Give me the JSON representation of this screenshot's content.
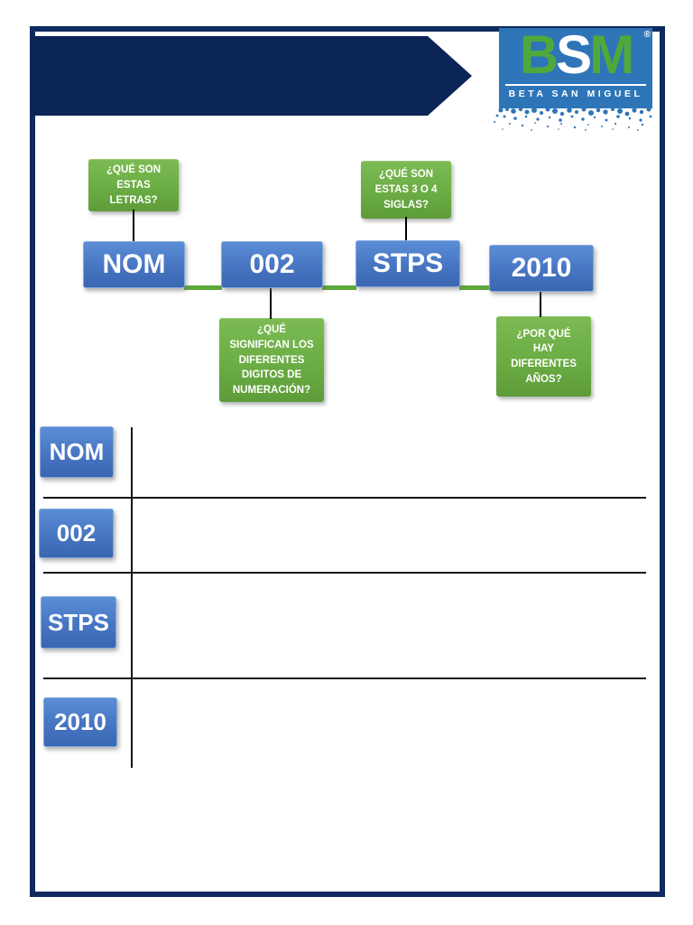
{
  "colors": {
    "frame_navy": "#0E2A5E",
    "banner_navy": "#0C2557",
    "logo_blue": "#2E75B8",
    "logo_green": "#4FA83C",
    "box_blue_top": "#5B8ED6",
    "box_blue_bottom": "#3A66B1",
    "box_green_top": "#7CBB53",
    "box_green_bottom": "#5D9C38",
    "connector_green": "#5EA73C",
    "connector_black": "#000000"
  },
  "logo": {
    "letter_b": "B",
    "letter_s": "S",
    "letter_m": "M",
    "registered_mark": "®",
    "subtitle": "BETA SAN MIGUEL"
  },
  "timeline": {
    "boxes": [
      {
        "label": "NOM"
      },
      {
        "label": "002"
      },
      {
        "label": "STPS"
      },
      {
        "label": "2010"
      }
    ],
    "questions": [
      {
        "text": "¿QUÉ SON\nESTAS\nLETRAS?"
      },
      {
        "text": "¿QUÉ\nSIGNIFICAN LOS\nDIFERENTES\nDIGITOS DE\nNUMERACIÓN?"
      },
      {
        "text": "¿QUÉ SON\nESTAS 3 O 4\nSIGLAS?"
      },
      {
        "text": "¿POR QUÉ\nHAY\nDIFERENTES\nAÑOS?"
      }
    ]
  },
  "table": {
    "rows": [
      {
        "label": "NOM"
      },
      {
        "label": "002"
      },
      {
        "label": "STPS"
      },
      {
        "label": "2010"
      }
    ]
  }
}
